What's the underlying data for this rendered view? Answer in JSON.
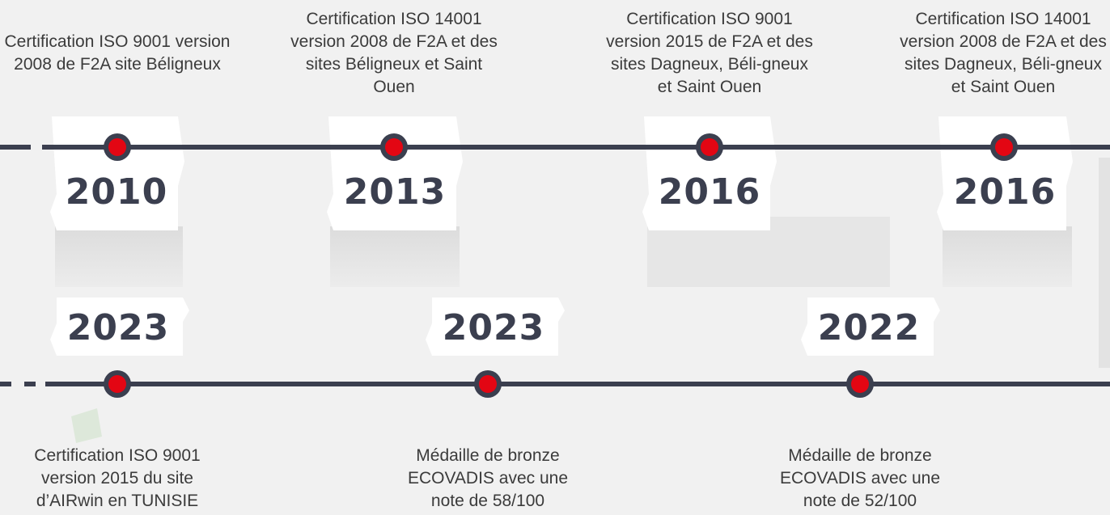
{
  "colors": {
    "background": "#f1f1f1",
    "line": "#3b3f4f",
    "dot": "#e30613",
    "card": "#ffffff",
    "text": "#3b3b3b"
  },
  "top_row": [
    {
      "year": "2010",
      "caption": "Certification ISO 9001 version 2008 de F2A site Béligneux"
    },
    {
      "year": "2013",
      "caption": "Certification ISO 14001 version 2008 de F2A et des sites Béligneux et Saint Ouen"
    },
    {
      "year": "2016",
      "caption": "Certification ISO 9001 version 2015 de F2A et des sites Dagneux, Béli-gneux et Saint Ouen"
    },
    {
      "year": "2016",
      "caption": "Certification ISO 14001 version 2008 de F2A et des sites Dagneux, Béli-gneux et Saint Ouen"
    }
  ],
  "bottom_row": [
    {
      "year": "2023",
      "caption": "Certification ISO 9001 version 2015 du site d’AIRwin en TUNISIE"
    },
    {
      "year": "2023",
      "caption": "Médaille de bronze ECOVADIS avec une note de 58/100"
    },
    {
      "year": "2022",
      "caption": "Médaille de bronze ECOVADIS avec une note de 52/100"
    }
  ]
}
